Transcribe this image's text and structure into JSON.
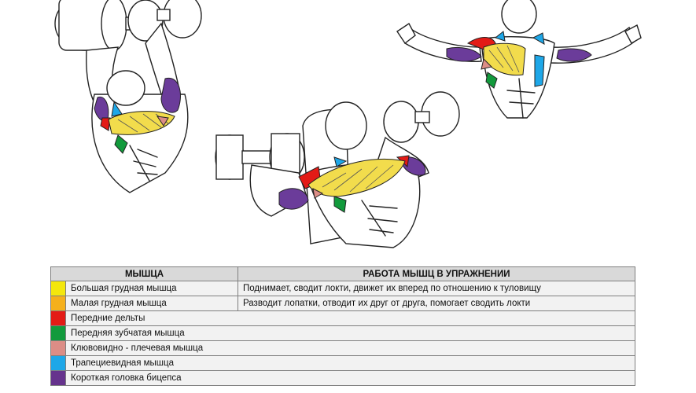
{
  "table": {
    "headers": {
      "muscle": "МЫШЦА",
      "function": "РАБОТА МЫШЦ В УПРАЖНЕНИИ"
    },
    "rows": [
      {
        "color": "#f4e70c",
        "name": "Большая грудная мышца",
        "description": "Поднимает, сводит локти, движет их вперед по отношению к туловищу"
      },
      {
        "color": "#f5b01b",
        "name": "Малая грудная мышца",
        "description": "Разводит лопатки, отводит их друг от друга, помогает сводить локти"
      },
      {
        "color": "#e31b16",
        "name": "Передние дельты",
        "description": ""
      },
      {
        "color": "#129a3c",
        "name": "Передняя зубчатая мышца",
        "description": ""
      },
      {
        "color": "#dc8d86",
        "name": "Клювовидно - плечевая мышца",
        "description": ""
      },
      {
        "color": "#1ea7e8",
        "name": "Трапециевидная мышца",
        "description": ""
      },
      {
        "color": "#66338d",
        "name": "Короткая головка бицепса",
        "description": ""
      }
    ]
  },
  "illustration": {
    "figures": [
      "dumbbell-fly-top-position",
      "dumbbell-fly-incline-bench",
      "dumbbell-fly-back-view"
    ],
    "colors": {
      "pectoralis_major": "#f2dc4c",
      "deltoid": "#e31b16",
      "biceps": "#6b3c9a",
      "serratus": "#129a3c",
      "coracobrachialis": "#dc8d86",
      "trapezius": "#1ea7e8"
    }
  }
}
